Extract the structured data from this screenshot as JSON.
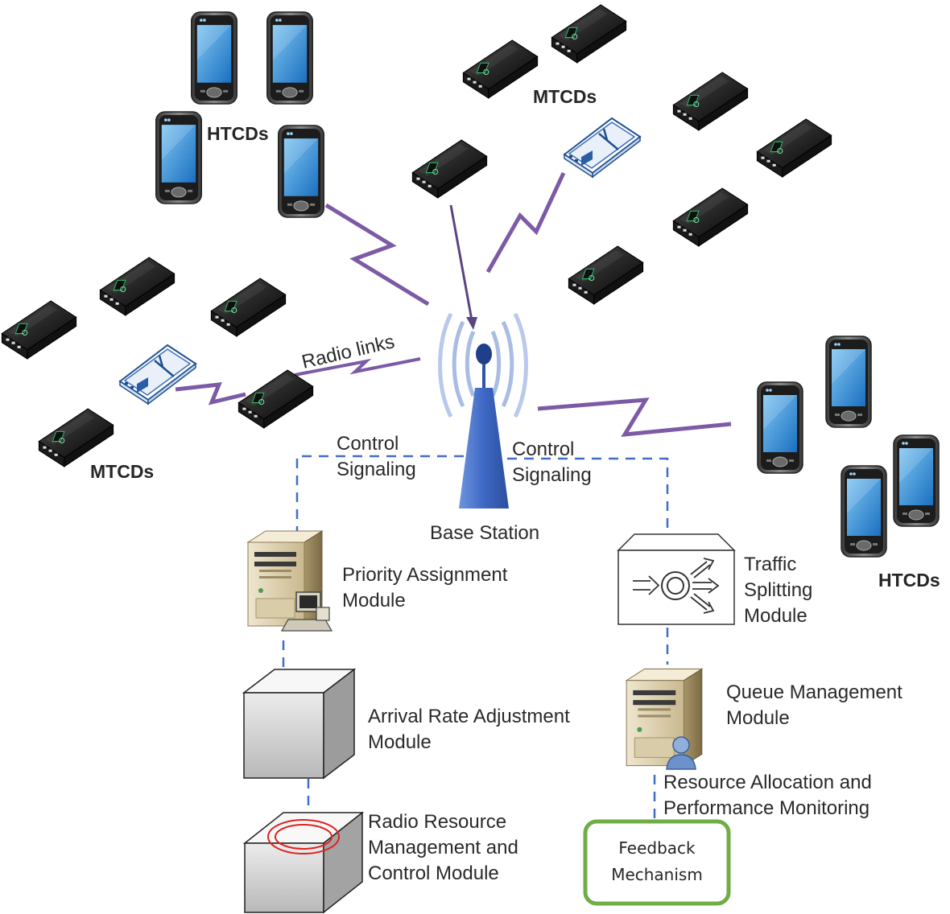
{
  "labels": {
    "htcds_top": "HTCDs",
    "mtcds_top": "MTCDs",
    "mtcds_left": "MTCDs",
    "htcds_right": "HTCDs",
    "radio_links": "Radio links",
    "control_left_1": "Control",
    "control_left_2": "Signaling",
    "control_right_1": "Control",
    "control_right_2": "Signaling",
    "base_station": "Base Station"
  },
  "modules": {
    "priority": [
      "Priority Assignment",
      "Module"
    ],
    "arrival": [
      "Arrival Rate Adjustment",
      "Module"
    ],
    "radio": [
      "Radio Resource",
      "Management and",
      "Control Module"
    ],
    "traffic": [
      "Traffic",
      "Splitting",
      "Module"
    ],
    "queue": [
      "Queue Management",
      "Module"
    ],
    "resource": [
      "Resource Allocation and",
      "Performance Monitoring"
    ],
    "feedback": [
      "Feedback",
      "Mechanism"
    ]
  },
  "colors": {
    "link": "#7d5aa6",
    "dash": "#3f6fc4",
    "tower": "#3e68c4",
    "feedback_border": "#70ad47"
  }
}
